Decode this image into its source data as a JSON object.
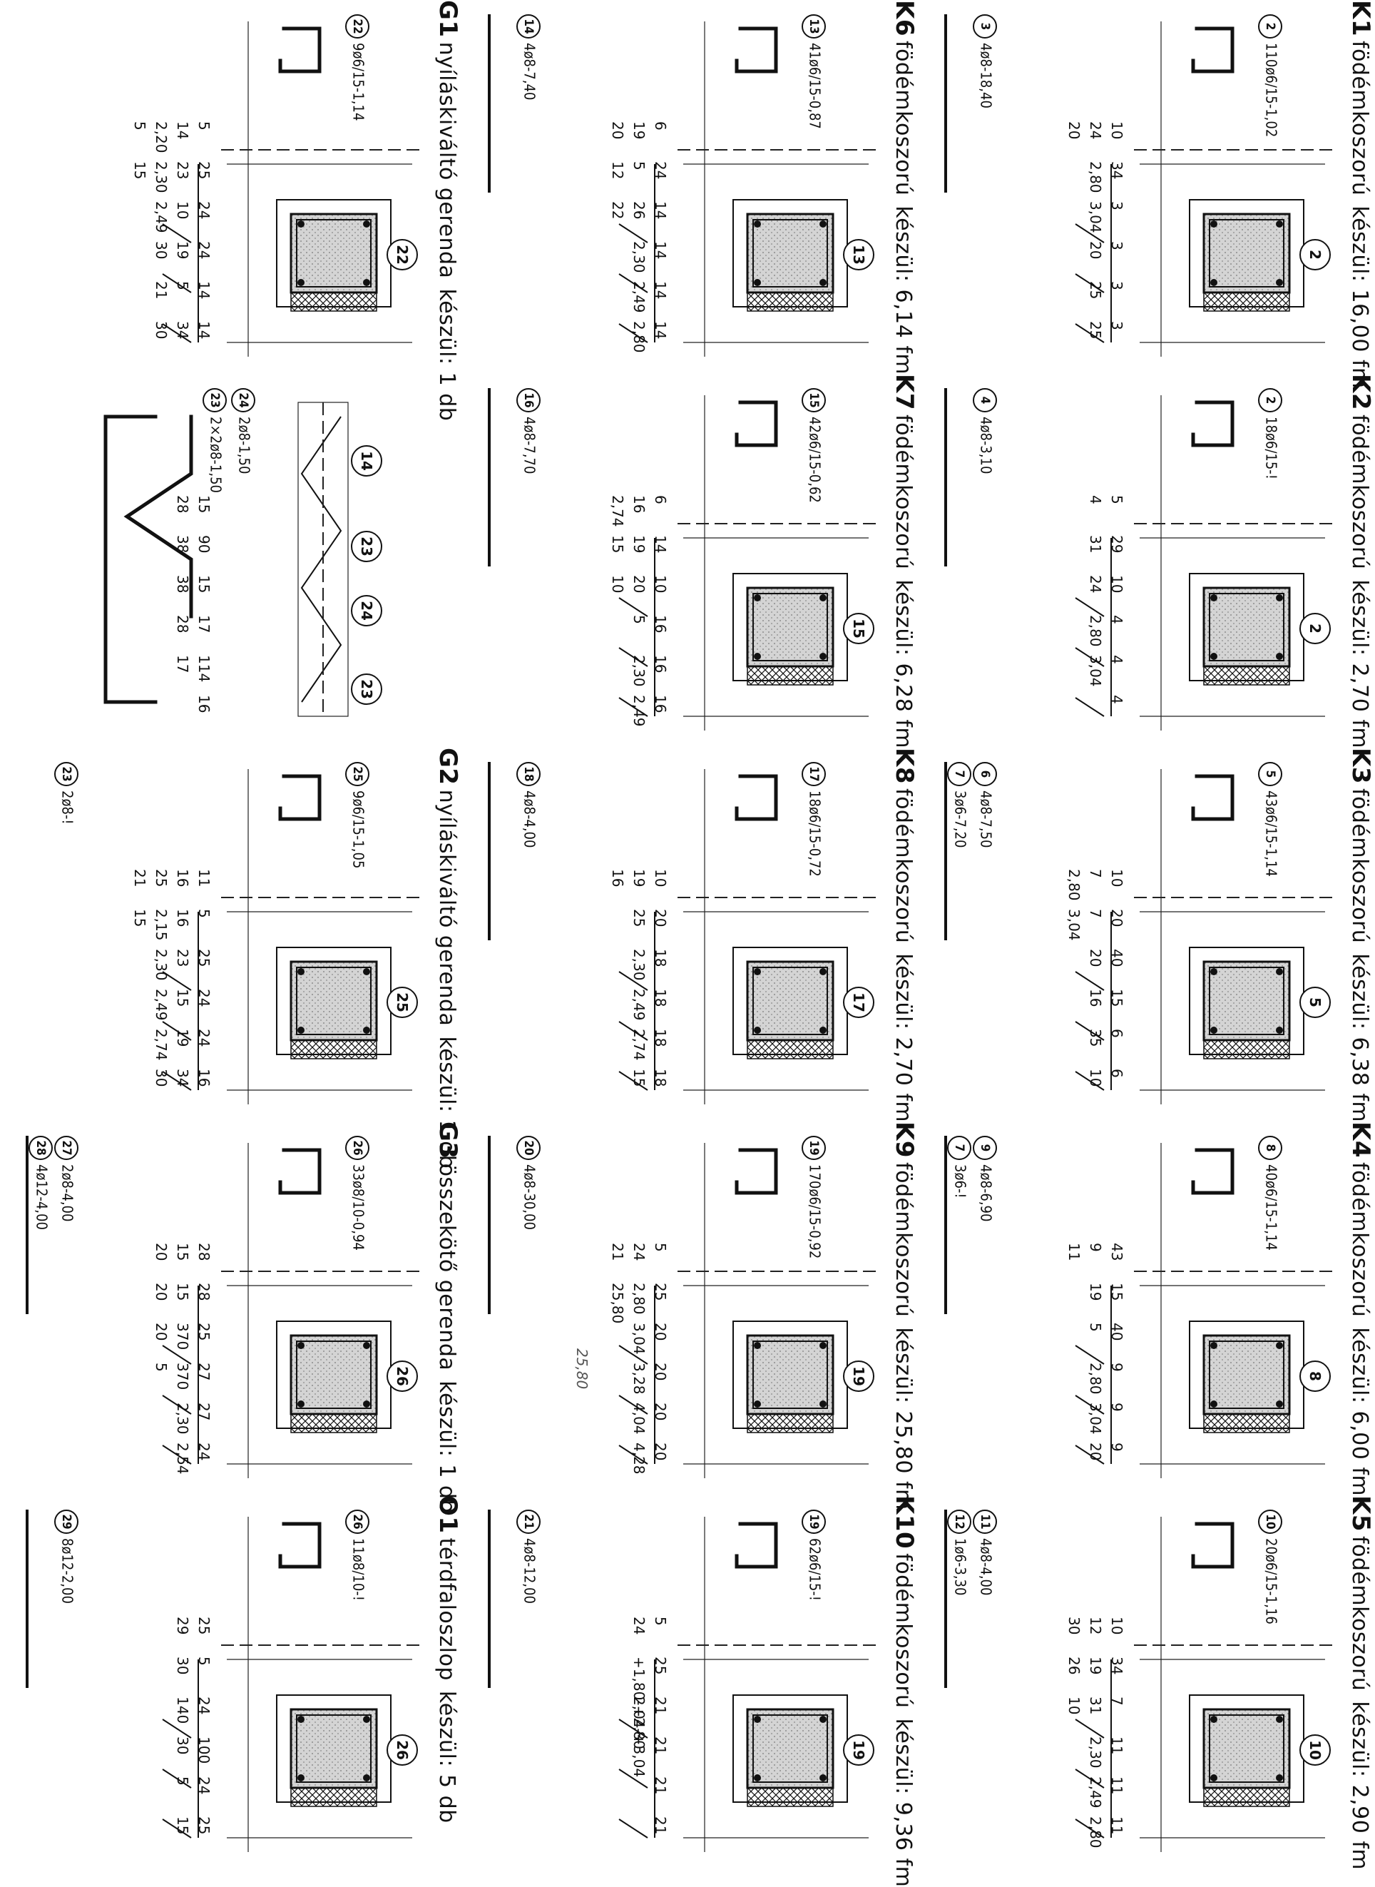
{
  "panels": [
    {
      "code": "K1",
      "title": "födémkoszorú",
      "qty": "készül: 16,00 fm",
      "tag": "2",
      "stirrup": "110ø6/15-1,02",
      "main_bar": "3",
      "main_label": "4ø8-18,40",
      "extra": [],
      "dims": [
        "10",
        "34",
        "3",
        "3",
        "3",
        "3",
        "24",
        "2,80",
        "3,04",
        "20",
        "25",
        "25",
        "20"
      ]
    },
    {
      "code": "K2",
      "title": "födémkoszorú",
      "qty": "készül: 2,70 fm",
      "tag": "2",
      "stirrup": "18ø6/15-!",
      "main_bar": "4",
      "main_label": "4ø8-3,10",
      "extra": [],
      "dims": [
        "5",
        "29",
        "10",
        "4",
        "4",
        "4",
        "4",
        "31",
        "24",
        "2,80",
        "3,04"
      ]
    },
    {
      "code": "K3",
      "title": "födémkoszorú",
      "qty": "készül: 6,38 fm",
      "tag": "5",
      "stirrup": "43ø6/15-1,14",
      "main_bar": "6",
      "main_label": "4ø8-7,50",
      "extra": [
        {
          "n": "7",
          "t": "3ø6-7,20"
        }
      ],
      "dims": [
        "10",
        "20",
        "40",
        "15",
        "6",
        "6",
        "7",
        "7",
        "20",
        "16",
        "35",
        "10",
        "2,80",
        "3,04"
      ]
    },
    {
      "code": "K4",
      "title": "födémkoszorú",
      "qty": "készül: 6,00 fm",
      "tag": "8",
      "stirrup": "40ø6/15-1,14",
      "main_bar": "9",
      "main_label": "4ø8-6,90",
      "extra": [
        {
          "n": "7",
          "t": "3ø6-!"
        }
      ],
      "dims": [
        "43",
        "15",
        "40",
        "9",
        "9",
        "9",
        "9",
        "19",
        "5",
        "2,80",
        "3,04",
        "20",
        "11"
      ]
    },
    {
      "code": "K5",
      "title": "födémkoszorú",
      "qty": "készül: 2,90 fm",
      "tag": "10",
      "stirrup": "20ø6/15-1,16",
      "main_bar": "11",
      "main_label": "4ø8-4,00",
      "extra": [
        {
          "n": "12",
          "t": "1ø6-3,30"
        }
      ],
      "dims": [
        "10",
        "34",
        "7",
        "11",
        "11",
        "11",
        "12",
        "19",
        "31",
        "2,30",
        "2,49",
        "2,80",
        "30",
        "26",
        "10"
      ]
    },
    {
      "code": "K6",
      "title": "födémkoszorú",
      "qty": "készül: 6,14 fm",
      "tag": "13",
      "stirrup": "41ø6/15-0,87",
      "main_bar": "14",
      "main_label": "4ø8-7,40",
      "extra": [],
      "dims": [
        "6",
        "24",
        "14",
        "14",
        "14",
        "14",
        "19",
        "5",
        "26",
        "2,30",
        "2,49",
        "2,80",
        "20",
        "12",
        "22"
      ]
    },
    {
      "code": "K7",
      "title": "födémkoszorú",
      "qty": "készül: 6,28 fm",
      "tag": "15",
      "stirrup": "42ø6/15-0,62",
      "main_bar": "16",
      "main_label": "4ø8-7,70",
      "extra": [],
      "dims": [
        "6",
        "14",
        "10",
        "16",
        "16",
        "16",
        "16",
        "19",
        "20",
        "5",
        "2,30",
        "2,49",
        "2,74",
        "15",
        "10"
      ]
    },
    {
      "code": "K8",
      "title": "födémkoszorú",
      "qty": "készül: 2,70 fm",
      "tag": "17",
      "stirrup": "18ø6/15-0,72",
      "main_bar": "18",
      "main_label": "4ø8-4,00",
      "extra": [],
      "dims": [
        "10",
        "20",
        "18",
        "18",
        "18",
        "18",
        "19",
        "25",
        "2,30",
        "2,49",
        "2,74",
        "15",
        "16"
      ]
    },
    {
      "code": "K9",
      "title": "födémkoszorú",
      "qty": "készül: 25,80 fm",
      "tag": "19",
      "stirrup": "170ø6/15-0,92",
      "main_bar": "20",
      "main_label": "4ø8-30,00",
      "extra": [],
      "dims": [
        "5",
        "25",
        "20",
        "20",
        "20",
        "20",
        "24",
        "2,80",
        "3,04",
        "3,28",
        "4,04",
        "4,28",
        "21",
        "25,80"
      ]
    },
    {
      "code": "K10",
      "title": "födémkoszorú",
      "qty": "készül: 9,36 fm",
      "tag": "19",
      "stirrup": "62ø6/15-!",
      "main_bar": "21",
      "main_label": "4ø8-12,00",
      "extra": [],
      "dims": [
        "5",
        "25",
        "21",
        "21",
        "21",
        "21",
        "24",
        "+1,80-+2,80",
        "2,04-+3,04"
      ]
    },
    {
      "code": "G1",
      "title": "nyíláskiváltó gerenda",
      "qty": "készül: 1 db",
      "tag": "22",
      "stirrup": "9ø6/15-1,14",
      "main_bar": "",
      "main_label": "",
      "extra": [],
      "dims": [
        "5",
        "25",
        "24",
        "24",
        "14",
        "14",
        "14",
        "23",
        "10",
        "19",
        "5",
        "34",
        "2,20",
        "2,30",
        "2,49",
        "30",
        "21",
        "30",
        "5",
        "15"
      ]
    },
    {
      "code": "",
      "title": "",
      "qty": "",
      "tag": "14",
      "stirrup": "",
      "main_bar": "",
      "main_label": "",
      "extra": [
        {
          "n": "24",
          "t": "2ø8-1,50"
        },
        {
          "n": "23",
          "t": "2×2ø8-1,50"
        }
      ],
      "dims": [
        "15",
        "90",
        "15",
        "17",
        "114",
        "16",
        "28",
        "38",
        "38",
        "28",
        "17"
      ],
      "tags": [
        "14",
        "23",
        "24",
        "23"
      ]
    },
    {
      "code": "G2",
      "title": "nyíláskiváltó gerenda",
      "qty": "készül: 1 db",
      "tag": "25",
      "stirrup": "9ø6/15-1,05",
      "main_bar": "",
      "main_label": "",
      "extra": [
        {
          "n": "23",
          "t": "2ø8-!"
        }
      ],
      "dims": [
        "11",
        "5",
        "25",
        "24",
        "24",
        "16",
        "16",
        "16",
        "23",
        "15",
        "19",
        "34",
        "25",
        "2,15",
        "2,30",
        "2,49",
        "2,74",
        "30",
        "21",
        "15"
      ]
    },
    {
      "code": "G3",
      "title": "összekötő gerenda",
      "qty": "készül: 1 db",
      "tag": "26",
      "stirrup": "33ø8/10-0,94",
      "main_bar": "27",
      "main_label": "2ø8-4,00",
      "extra": [
        {
          "n": "28",
          "t": "4ø12-4,00"
        }
      ],
      "dims": [
        "28",
        "28",
        "25",
        "27",
        "27",
        "24",
        "15",
        "15",
        "370",
        "370",
        "2,30",
        "2,54",
        "20",
        "20",
        "20",
        "5"
      ]
    },
    {
      "code": "O1",
      "title": "térdfaloszlop",
      "qty": "készül: 5 db",
      "tag": "26",
      "stirrup": "11ø8/10-!",
      "main_bar": "29",
      "main_label": "8ø12-2,00",
      "extra": [],
      "dims": [
        "25",
        "5",
        "24",
        "100",
        "24",
        "25",
        "29",
        "30",
        "140",
        "30",
        "5",
        "15"
      ],
      "tags": [
        "26",
        "29"
      ]
    }
  ],
  "annotations": {
    "k9_handwritten": "25,80"
  }
}
